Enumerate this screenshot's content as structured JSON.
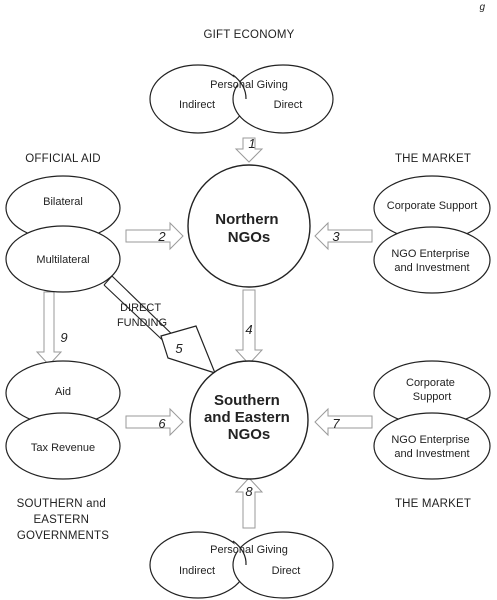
{
  "corner_caption": "g",
  "headers": {
    "gift_economy": "GIFT ECONOMY",
    "official_aid": "OFFICIAL AID",
    "market_top": "THE MARKET",
    "market_bottom": "THE MARKET",
    "southern_gov_line1": "SOUTHERN and",
    "southern_gov_line2": "EASTERN",
    "southern_gov_line3": "GOVERNMENTS"
  },
  "nodes": {
    "northern_ngos_line1": "Northern",
    "northern_ngos_line2": "NGOs",
    "southern_ngos_line1": "Southern",
    "southern_ngos_line2": "and Eastern",
    "southern_ngos_line3": "NGOs"
  },
  "top_giving": {
    "personal": "Personal Giving",
    "indirect": "Indirect",
    "direct": "Direct"
  },
  "bottom_giving": {
    "personal": "Personal Giving",
    "indirect": "Indirect",
    "direct": "Direct"
  },
  "official_aid": {
    "bilateral": "Bilateral",
    "multilateral": "Multilateral"
  },
  "governments": {
    "aid": "Aid",
    "tax": "Tax Revenue"
  },
  "market_top": {
    "corporate": "Corporate Support",
    "enterprise_line1": "NGO Enterprise",
    "enterprise_line2": "and Investment"
  },
  "market_bottom": {
    "corporate_line1": "Corporate",
    "corporate_line2": "Support",
    "enterprise_line1": "NGO Enterprise",
    "enterprise_line2": "and Investment"
  },
  "direct_funding": {
    "line1": "DIRECT",
    "line2": "FUNDING"
  },
  "flow_numbers": [
    "1",
    "2",
    "3",
    "4",
    "5",
    "6",
    "7",
    "8",
    "9"
  ]
}
